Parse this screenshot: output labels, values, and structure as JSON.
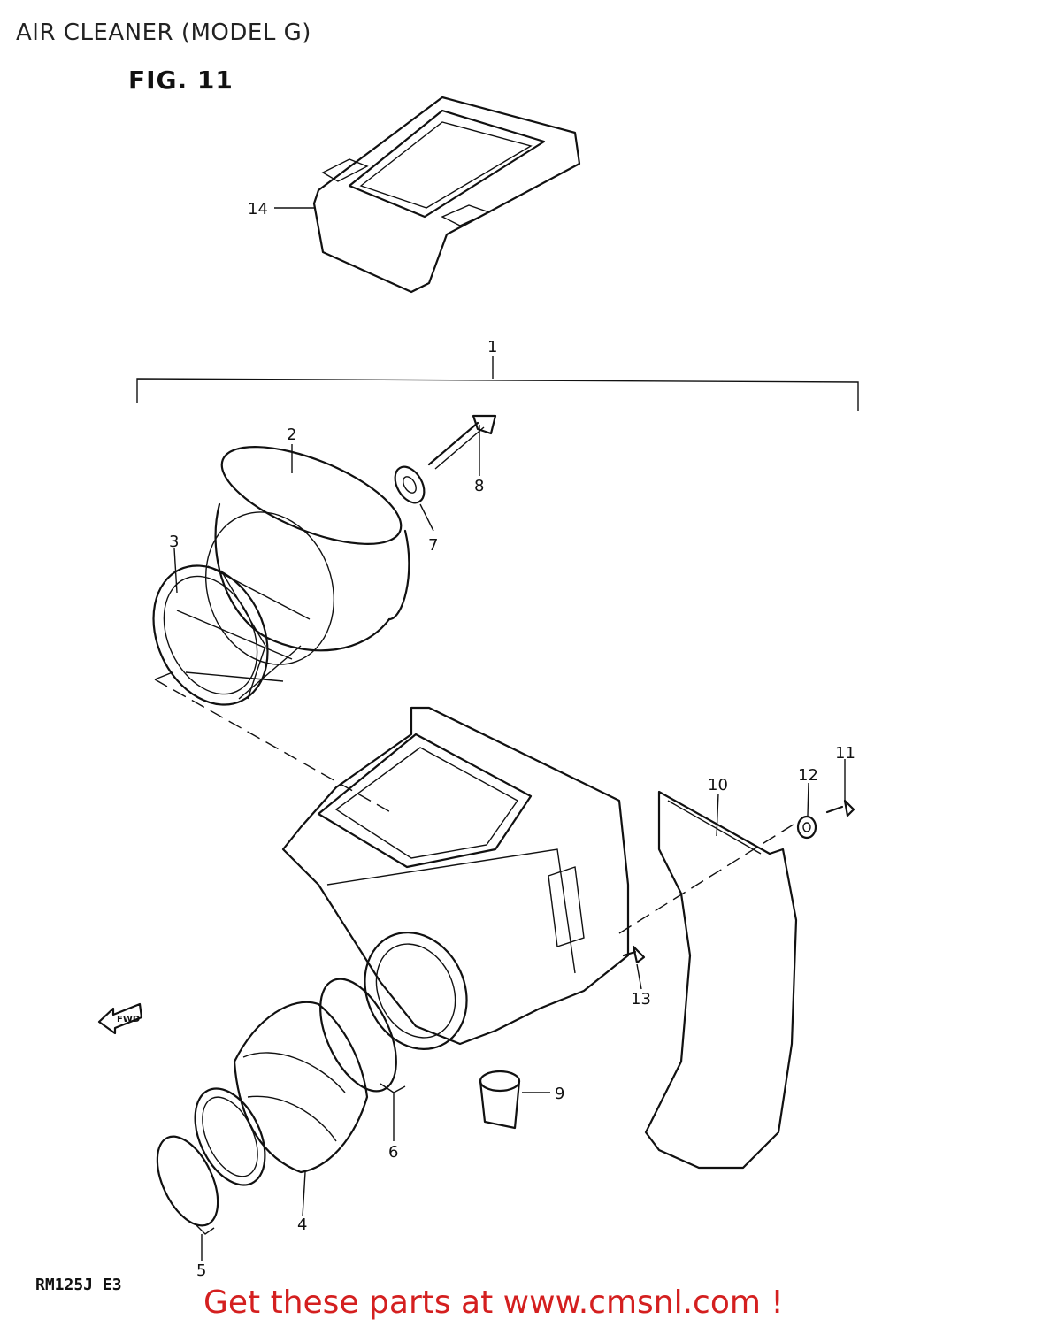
{
  "title": "AIR CLEANER (MODEL G)",
  "figure_label": "FIG. 11",
  "model_code": "RM125J E3",
  "footer": "Get these parts at www.cmsnl.com !",
  "fwd_label": "FWD",
  "callouts": [
    "1",
    "2",
    "3",
    "4",
    "5",
    "6",
    "7",
    "8",
    "9",
    "10",
    "11",
    "12",
    "13",
    "14"
  ],
  "colors": {
    "footer": "#d41f1f",
    "lines": "#111111"
  }
}
